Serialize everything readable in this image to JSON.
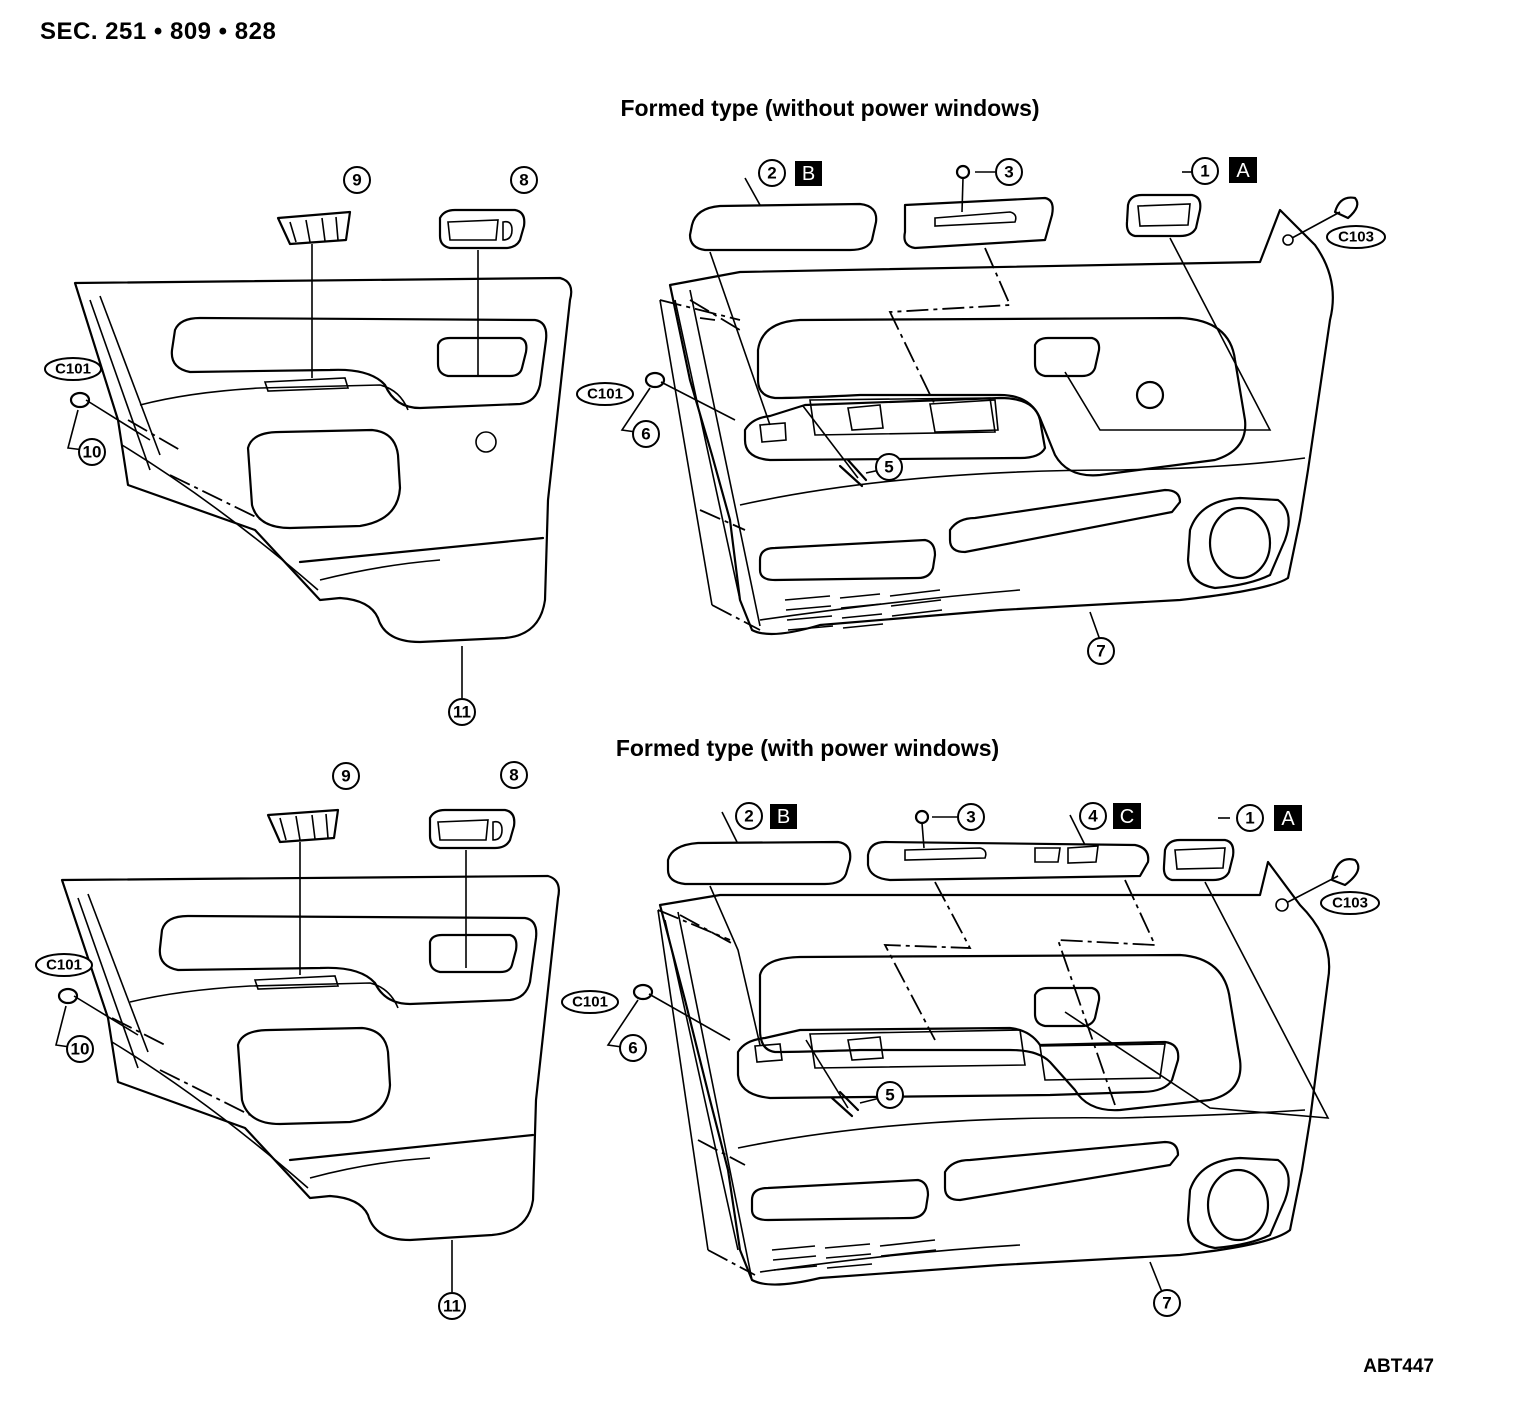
{
  "header": {
    "section": "SEC. 251 • 809 • 828"
  },
  "views": [
    {
      "title": "Formed type (without power windows)"
    },
    {
      "title": "Formed type (with power windows)"
    }
  ],
  "figure_id": "ABT447",
  "callouts": {
    "n1": "1",
    "n2": "2",
    "n3": "3",
    "n4": "4",
    "n5": "5",
    "n6": "6",
    "n7": "7",
    "n8": "8",
    "n9": "9",
    "n10": "10",
    "n11": "11"
  },
  "part_codes": {
    "c101": "C101",
    "c103": "C103"
  },
  "letter_boxes": {
    "a": "A",
    "b": "B",
    "c": "C"
  }
}
